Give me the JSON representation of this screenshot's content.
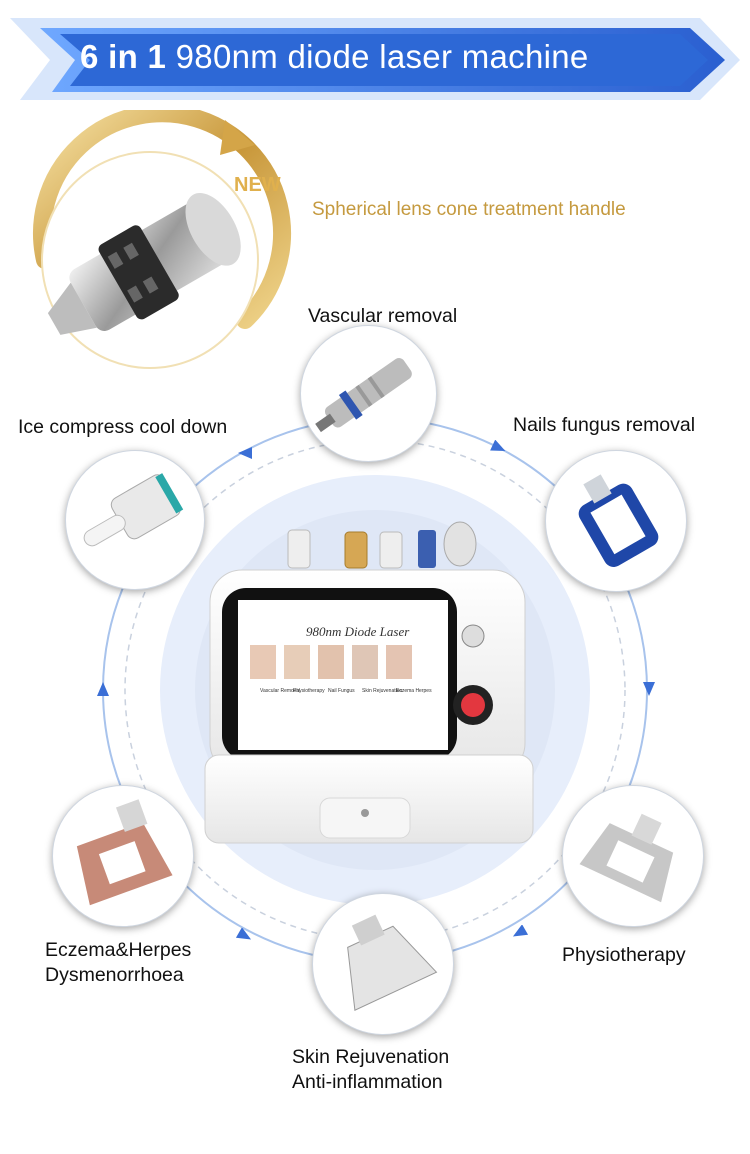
{
  "header": {
    "title_bold": "6 in 1",
    "title_rest": "980nm diode laser machine"
  },
  "feature": {
    "badge": "NEW",
    "caption": "Spherical lens cone treatment handle"
  },
  "screen": {
    "title": "980nm Diode Laser",
    "items": [
      "Vascular Removal",
      "Physiotherapy",
      "Nail Fungus",
      "Skin Rejuvenation",
      "Eczema Herpes"
    ]
  },
  "handles": [
    {
      "label": "Vascular removal"
    },
    {
      "label": "Nails fungus removal"
    },
    {
      "label": "Physiotherapy"
    },
    {
      "label_line1": "Skin Rejuvenation",
      "label_line2": "Anti-inflammation"
    },
    {
      "label_line1": "Eczema&Herpes",
      "label_line2": "Dysmenorrhoea"
    },
    {
      "label": "Ice compress cool down"
    }
  ],
  "colors": {
    "banner_blue": "#2d68d6",
    "gold": "#c59a3f",
    "ring_blue": "#6f9be0",
    "arrow_blue": "#3b6fd6"
  }
}
